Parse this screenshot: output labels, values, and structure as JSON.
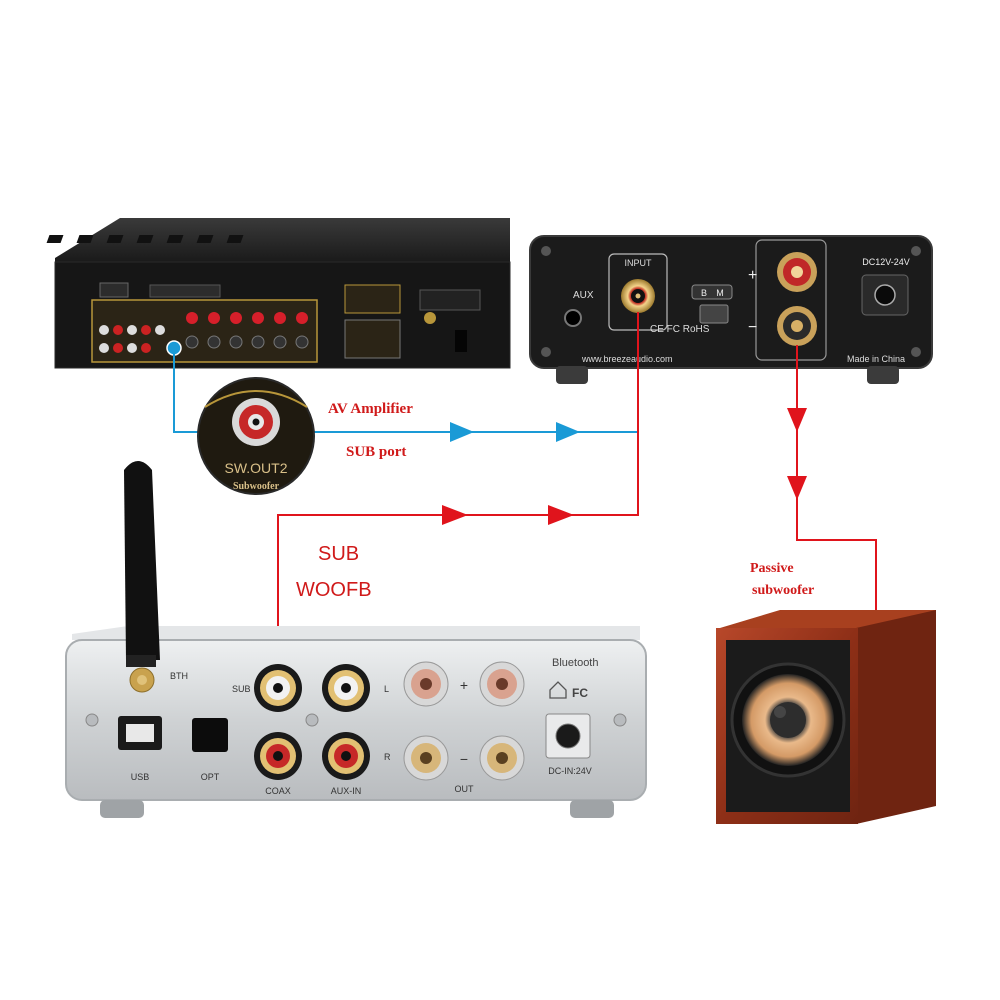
{
  "colors": {
    "signal_red": "#e0141c",
    "signal_blue": "#1a9ad6",
    "label_red": "#d01a1a",
    "amp_body": "#1c1c1c",
    "amp_gold": "#b8963a",
    "silver": "#d4d6d8",
    "wood": "#9b3418"
  },
  "annotations": {
    "av_amplifier": "AV Amplifier",
    "sub_port": "SUB port",
    "sub_line1": "SUB",
    "sub_line2": "WOOFB",
    "passive_line1": "Passive",
    "passive_line2": "subwoofer"
  },
  "callout": {
    "jack_label": "SW.OUT2",
    "jack_sub_label": "Subwoofer"
  },
  "small_amp": {
    "input_label": "INPUT",
    "aux_label": "AUX",
    "switch_b": "B",
    "switch_m": "M",
    "plus": "+",
    "minus": "−",
    "power_label": "DC12V-24V",
    "cert_label": "CE FC RoHS",
    "url": "www.breezeaudio.com",
    "origin": "Made in China"
  },
  "silver_amp": {
    "bth": "BTH",
    "sub": "SUB",
    "l": "L",
    "r": "R",
    "plus": "+",
    "minus": "−",
    "usb": "USB",
    "opt": "OPT",
    "coax": "COAX",
    "aux_in": "AUX-IN",
    "out": "OUT",
    "bluetooth": "Bluetooth",
    "cert": "FC",
    "dc_in": "DC-IN:24V"
  },
  "icons": [
    "arrow-red-icon",
    "arrow-blue-icon",
    "rca-jack-icon",
    "binding-post-icon",
    "antenna-icon",
    "speaker-cone-icon"
  ]
}
